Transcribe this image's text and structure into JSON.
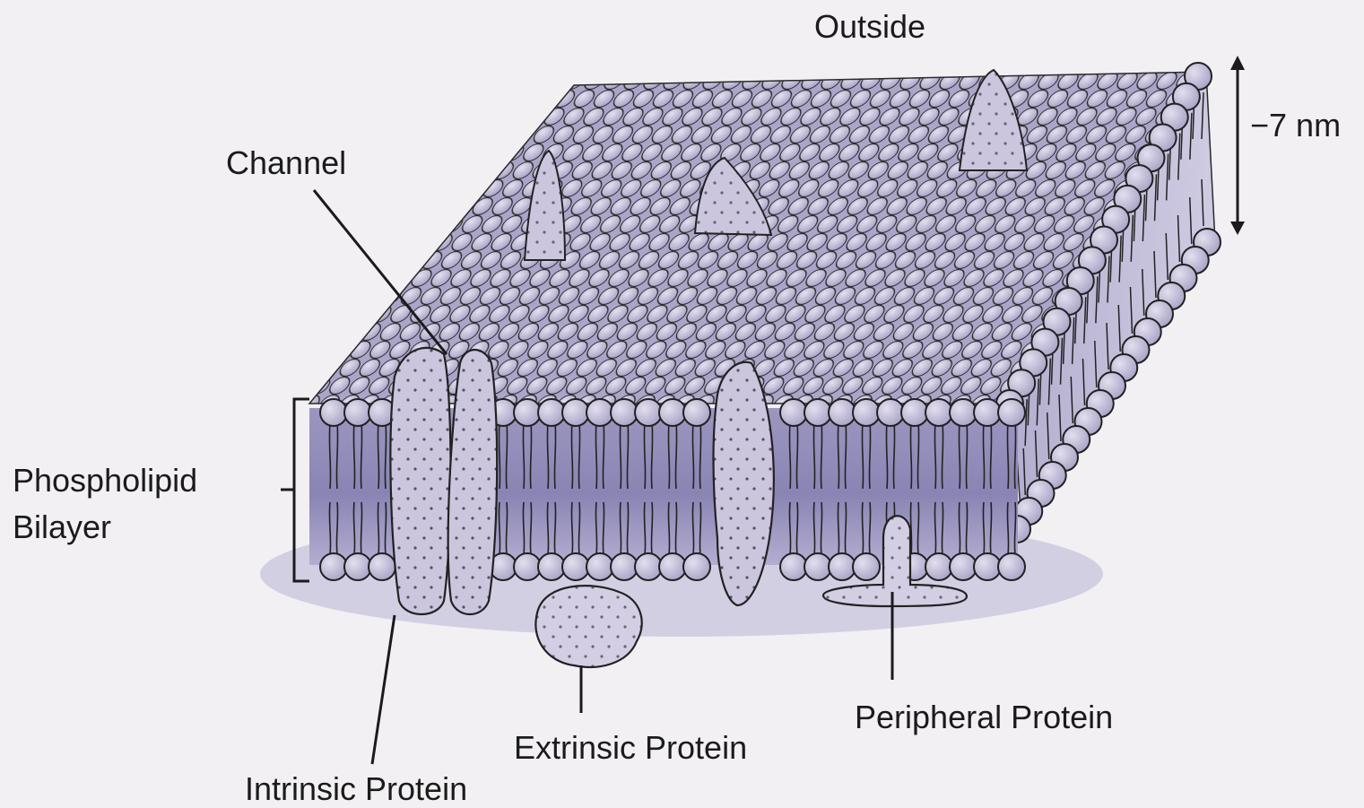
{
  "labels": {
    "outside": "Outside",
    "channel": "Channel",
    "thickness": "−7 nm",
    "bilayer_line1": "Phospholipid",
    "bilayer_line2": "Bilayer",
    "extrinsic": "Extrinsic Protein",
    "peripheral": "Peripheral Protein",
    "intrinsic": "Intrinsic Protein"
  },
  "colors": {
    "background": "#f2f0f3",
    "membrane": "#a8a3c6",
    "membrane_dark": "#7f7aa8",
    "head": "#c4bfdc",
    "protein": "#c9c3dc",
    "ink": "#1b1b1b"
  }
}
